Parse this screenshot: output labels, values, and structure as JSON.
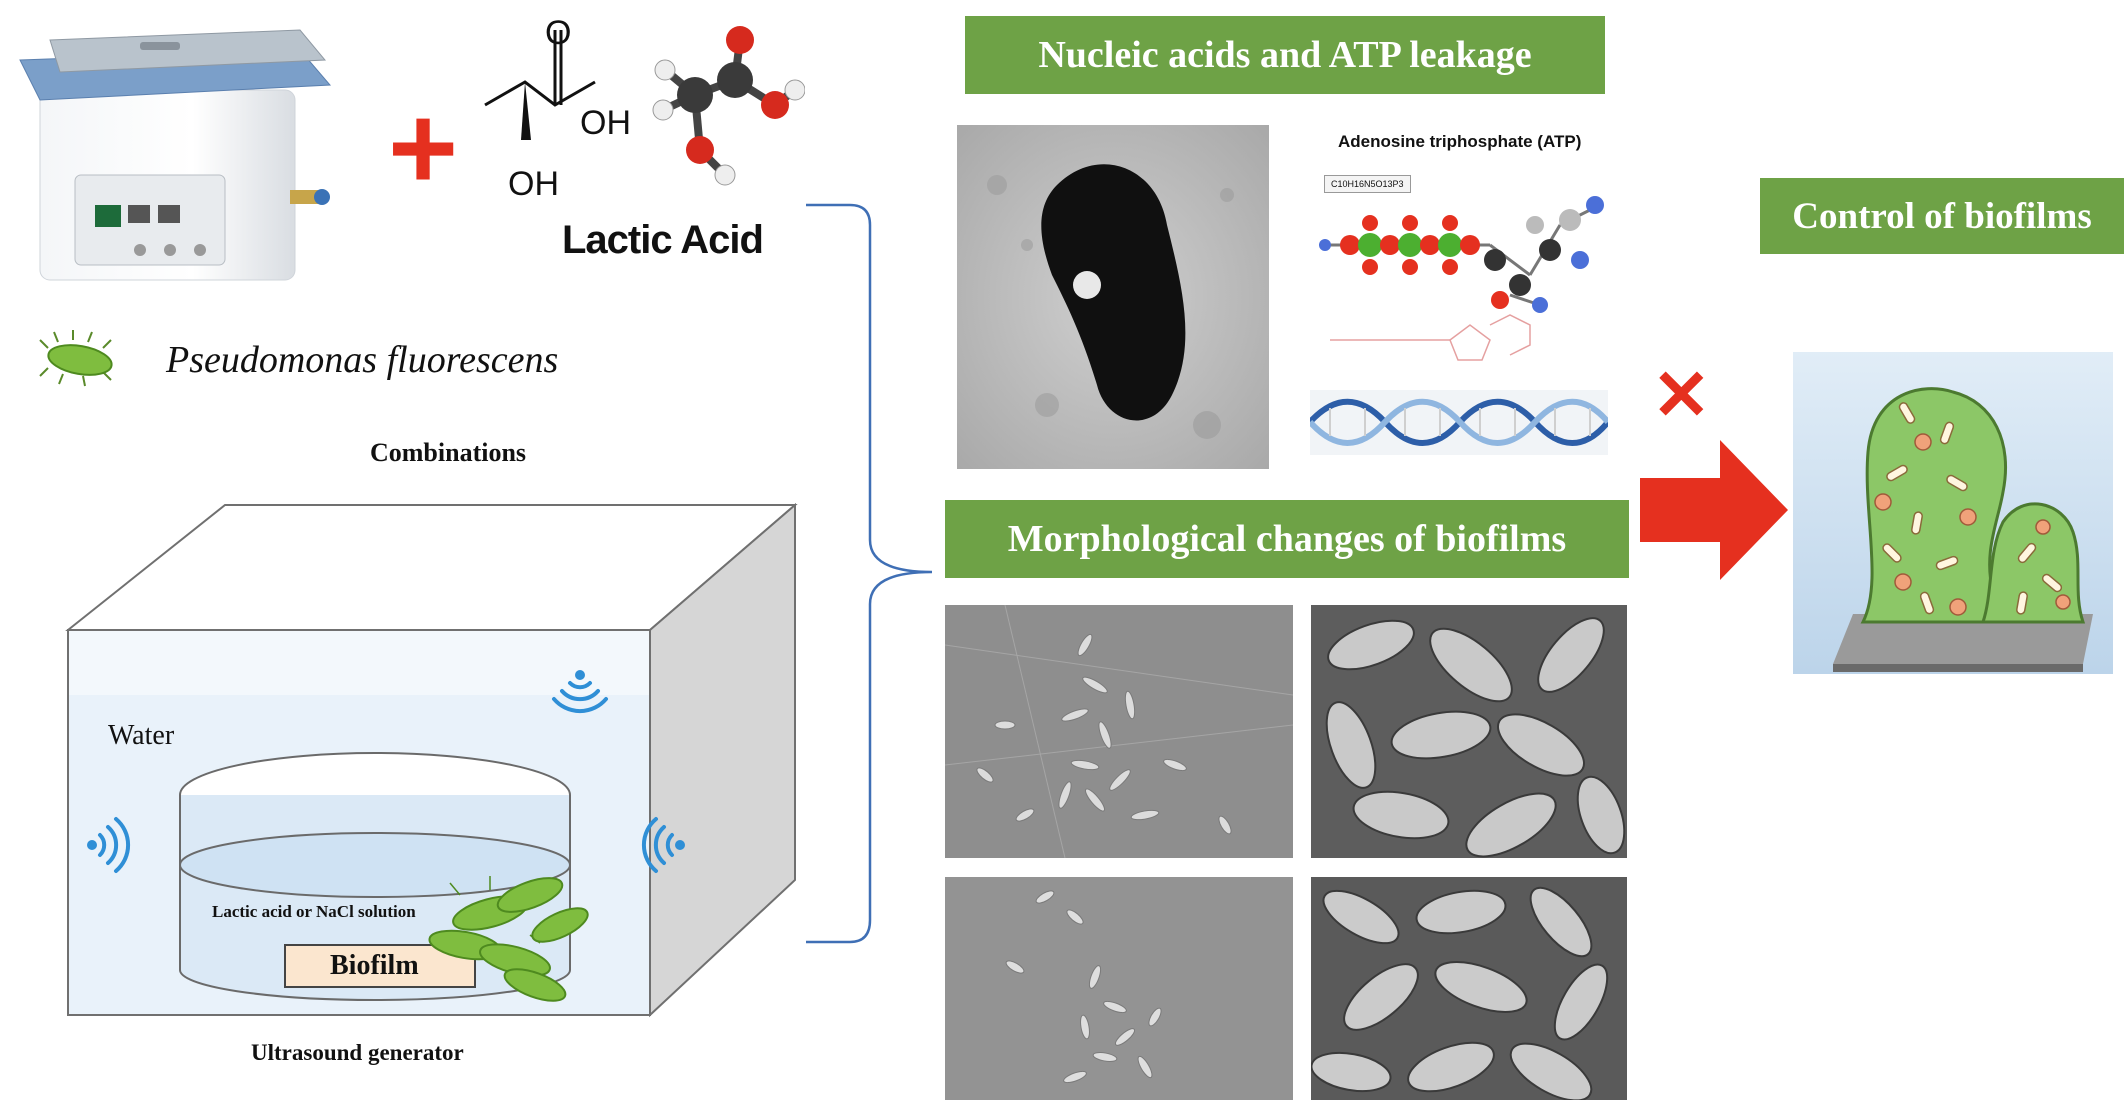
{
  "reagents": {
    "plus_sign": "+",
    "oh_top": "OH",
    "oh_bottom": "OH",
    "ho_label": "O",
    "lactic_acid": "Lactic Acid"
  },
  "organism": {
    "name": "Pseudomonas fluorescens"
  },
  "setup": {
    "combinations": "Combinations",
    "water": "Water",
    "solution": "Lactic acid or NaCl solution",
    "biofilm": "Biofilm",
    "generator": "Ultrasound generator"
  },
  "results": {
    "leakage_title": "Nucleic acids and ATP leakage",
    "atp_title": "Adenosine triphosphate (ATP)",
    "atp_formula": "C10H16N5O13P3",
    "morph_title": "Morphological changes of biofilms"
  },
  "outcome": {
    "cross": "✕",
    "control_title": "Control of biofilms"
  },
  "colors": {
    "label_green": "#6ea246",
    "arrow_red": "#e5301f",
    "bracket_blue": "#3f6fb5",
    "wave_blue": "#2f8fd6"
  }
}
